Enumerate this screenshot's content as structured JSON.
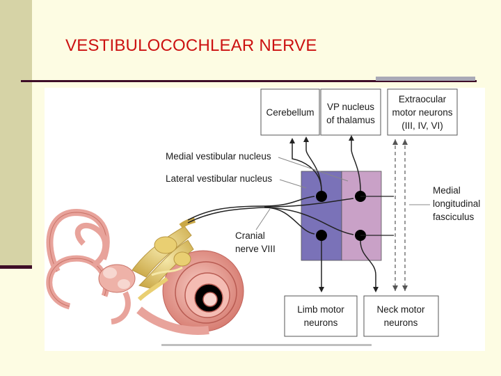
{
  "slide": {
    "title": "VESTIBULOCOCHLEAR NERVE"
  },
  "diagram": {
    "boxes": {
      "cerebellum": "Cerebellum",
      "vp_nucleus": [
        "VP nucleus",
        "of thalamus"
      ],
      "extraocular": [
        "Extraocular",
        "motor neurons",
        "(III, IV, VI)"
      ],
      "limb_motor": [
        "Limb motor",
        "neurons"
      ],
      "neck_motor": [
        "Neck motor",
        "neurons"
      ]
    },
    "labels": {
      "medial_vestibular_nucleus": "Medial vestibular nucleus",
      "lateral_vestibular_nucleus": "Lateral vestibular nucleus",
      "cranial_nerve": [
        "Cranial",
        "nerve VIII"
      ],
      "mlf": [
        "Medial",
        "longitudinal",
        "fasciculus"
      ]
    },
    "colors": {
      "medial_nucleus": "#7a72b8",
      "lateral_nucleus": "#c9a1c7",
      "ear_pink": "#e8a39b",
      "nerve_yellow": "#e8d27a"
    }
  }
}
